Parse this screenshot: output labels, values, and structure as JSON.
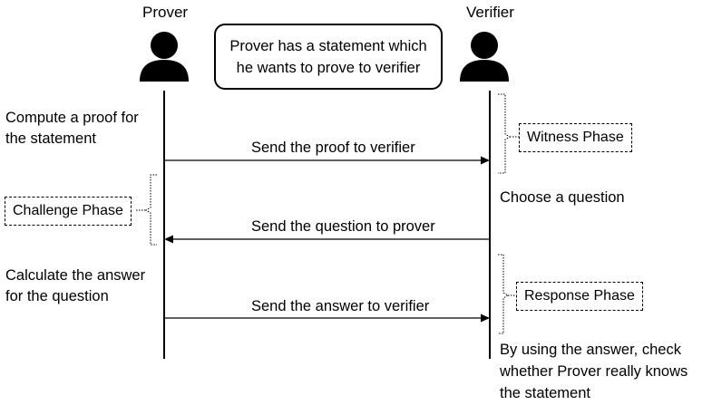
{
  "participants": {
    "prover": "Prover",
    "verifier": "Verifier"
  },
  "note": {
    "line1": "Prover has a statement which",
    "line2": "he wants to prove to verifier"
  },
  "steps": {
    "compute_proof": [
      "Compute a proof for",
      "the statement"
    ],
    "choose_question": "Choose a question",
    "calculate_answer": [
      "Calculate the answer",
      "for the question"
    ],
    "check": [
      "By using the answer, check",
      "whether Prover really knows",
      "the statement"
    ]
  },
  "messages": {
    "send_proof": "Send the proof to verifier",
    "send_question": "Send the question to prover",
    "send_answer": "Send the answer to verifier"
  },
  "phases": {
    "witness": "Witness Phase",
    "challenge": "Challenge Phase",
    "response": "Response Phase"
  },
  "icons": [
    "person-icon",
    "person-icon"
  ]
}
